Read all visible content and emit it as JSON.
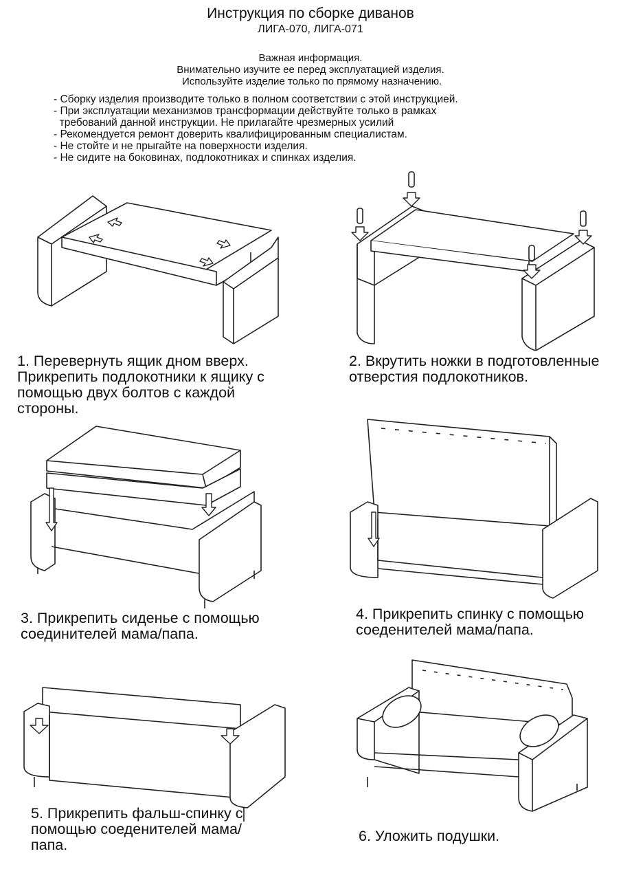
{
  "header": {
    "title": "Инструкция по сборке диванов",
    "subtitle": "ЛИГА-070, ЛИГА-071"
  },
  "important_info": [
    "Важная информация.",
    "Внимательно изучите ее перед эксплуатацией изделия.",
    " Используйте изделие только по прямому назначению."
  ],
  "rules": [
    "- Сборку изделия производите только в полном соответствии с этой инструкцией.",
    "- При эксплуатации механизмов трансформации действуйте только в рамках",
    "  требований данной инструкции. Не прилагайте чрезмерных усилий",
    "- Рекомендуется ремонт доверить квалифицированным специалистам.",
    "- Не стойте и не прыгайте на поверхности изделия.",
    "- Не сидите на боковинах, подлокотниках и спинках изделия."
  ],
  "steps": [
    {
      "lines": [
        "1. Перевернуть ящик дном вверх.",
        "Прикрепить подлокотники к ящику с",
        "помощью двух болтов с каждой",
        "стороны."
      ]
    },
    {
      "lines": [
        "2. Вкрутить ножки в подготовленные",
        "отверстия подлокотников."
      ]
    },
    {
      "lines": [
        "3. Прикрепить сиденье с помощью",
        "соединителей мама/папа."
      ]
    },
    {
      "lines": [
        "4. Прикрепить спинку с помощью",
        "соеденителей мама/папа."
      ]
    },
    {
      "lines": [
        "5. Прикрепить фальш-спинку с",
        "помощью соеденителей мама/",
        "папа."
      ]
    },
    {
      "lines": [
        "6. Уложить подушки."
      ]
    }
  ]
}
